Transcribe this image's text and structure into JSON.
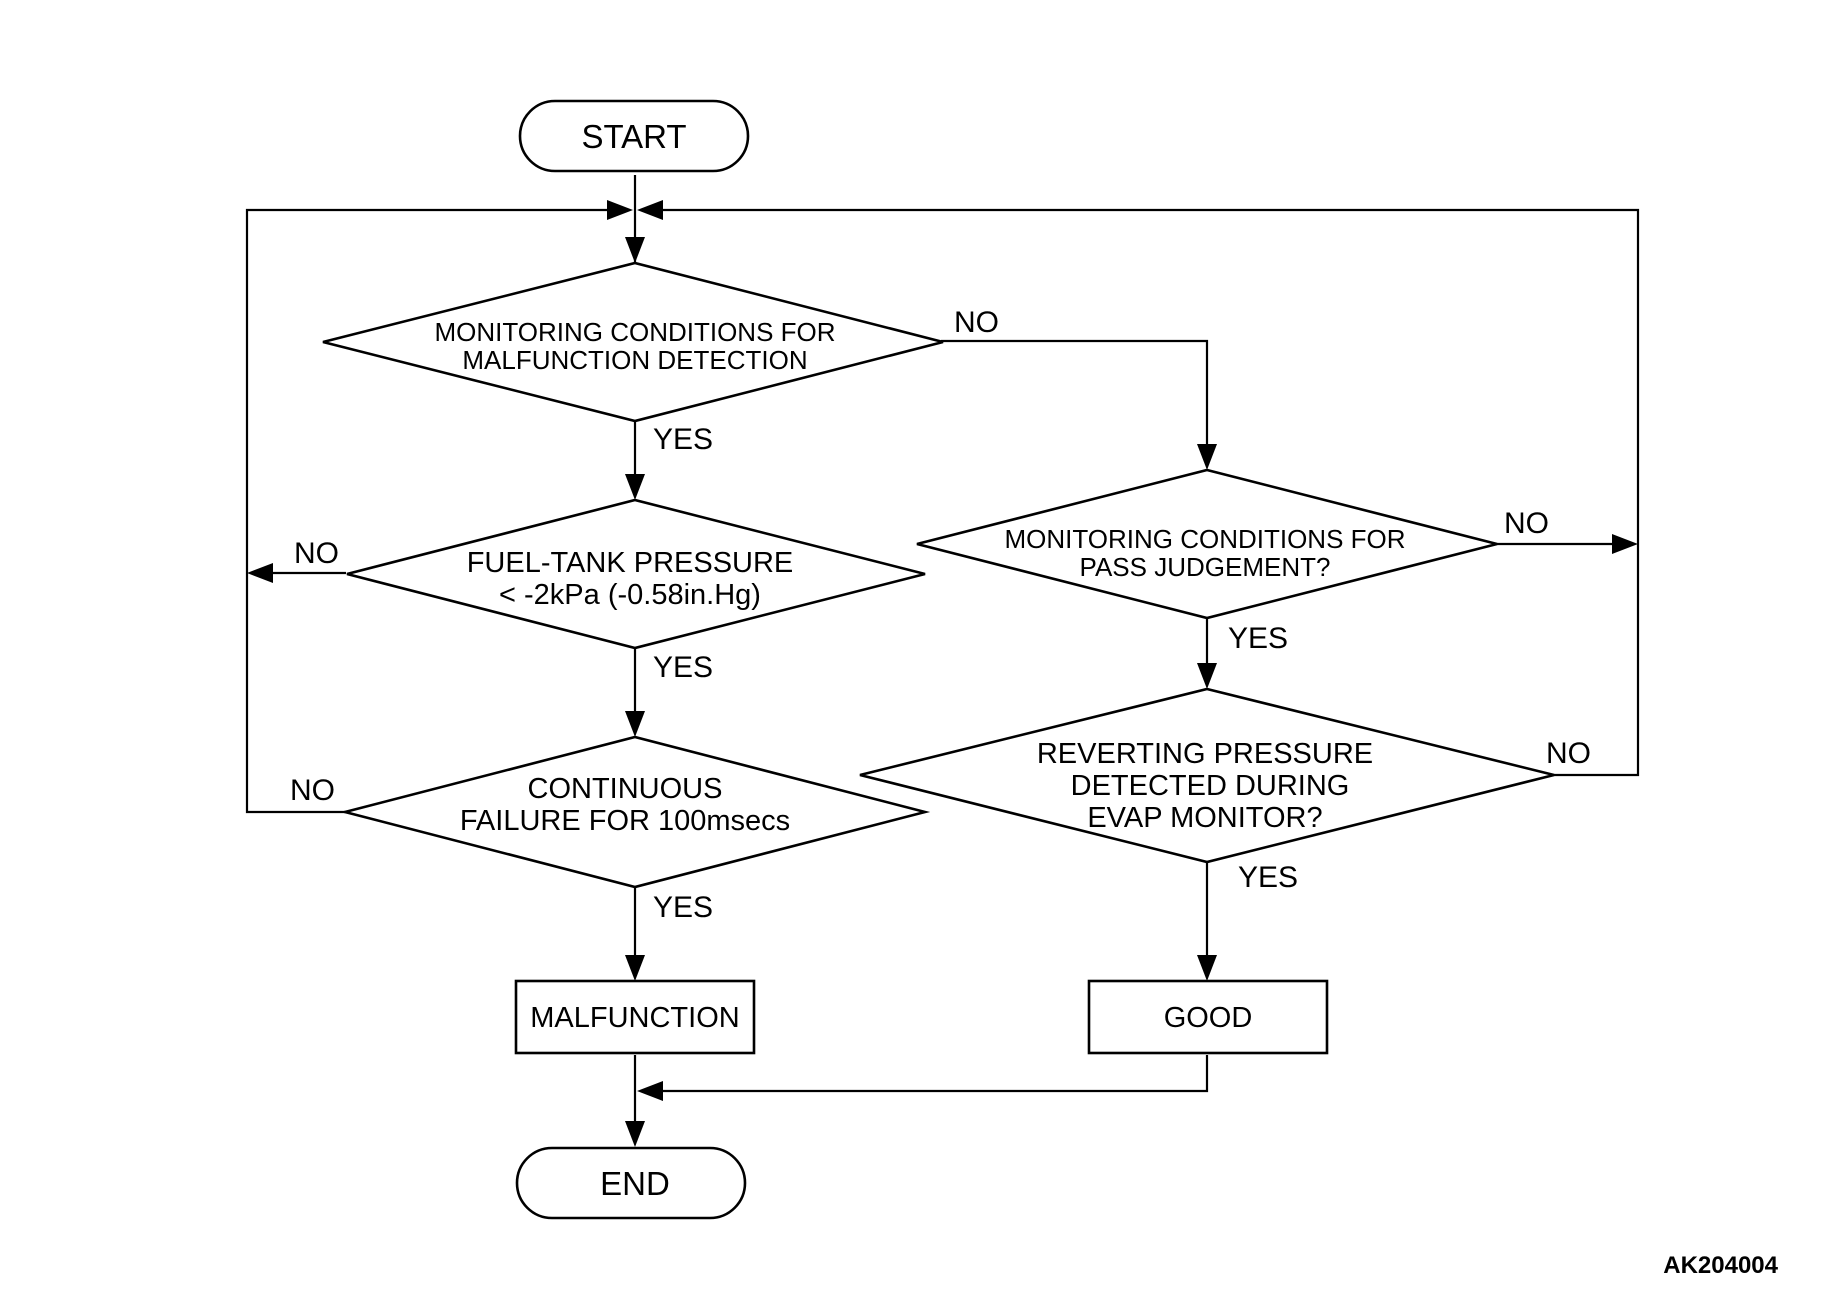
{
  "nodes": {
    "start": "START",
    "cond_monitoring_malfunction": [
      "MONITORING CONDITIONS FOR",
      "MALFUNCTION DETECTION"
    ],
    "cond_fuel_tank_pressure": [
      "FUEL-TANK PRESSURE",
      "< -2kPa (-0.58in.Hg)"
    ],
    "cond_continuous_failure": [
      "CONTINUOUS",
      "FAILURE FOR 100msecs"
    ],
    "cond_monitoring_pass": [
      "MONITORING CONDITIONS FOR",
      "PASS JUDGEMENT?"
    ],
    "cond_reverting_pressure": [
      "REVERTING PRESSURE",
      "DETECTED DURING",
      "EVAP MONITOR?"
    ],
    "malfunction": "MALFUNCTION",
    "good": "GOOD",
    "end": "END"
  },
  "edge_labels": {
    "yes": "YES",
    "no": "NO"
  },
  "figure_id": "AK204004"
}
